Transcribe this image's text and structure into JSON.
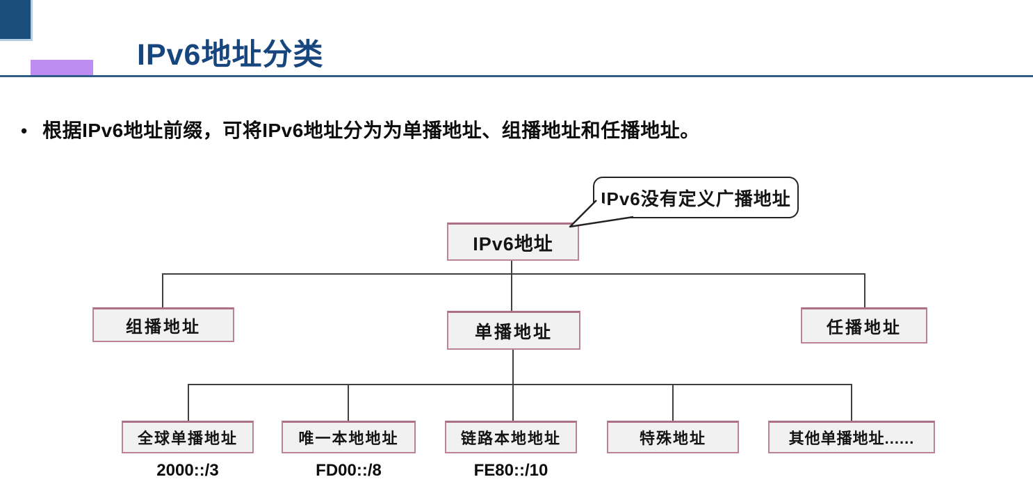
{
  "slide": {
    "title": "IPv6地址分类",
    "bullet_marker": "•",
    "bullet": "根据IPv6地址前缀，可将IPv6地址分为为单播地址、组播地址和任播地址。",
    "callout": "IPv6没有定义广播地址"
  },
  "tree": {
    "root": {
      "label": "IPv6地址"
    },
    "level2": [
      {
        "label": "组播地址"
      },
      {
        "label": "单播地址"
      },
      {
        "label": "任播地址"
      }
    ],
    "level3": [
      {
        "label": "全球单播地址",
        "prefix": "2000::/3"
      },
      {
        "label": "唯一本地地址",
        "prefix": "FD00::/8"
      },
      {
        "label": "链路本地地址",
        "prefix": "FE80::/10"
      },
      {
        "label": "特殊地址"
      },
      {
        "label": "其他单播地址......"
      }
    ]
  },
  "colors": {
    "title": "#17457E",
    "rule": "#2E5B88",
    "corner_square": "#1C4E7C",
    "accent_bar": "#BE8CF2",
    "box_fill": "#F1F1F1",
    "box_border": "#BC8398",
    "connector_line": "#3F3F3F"
  }
}
